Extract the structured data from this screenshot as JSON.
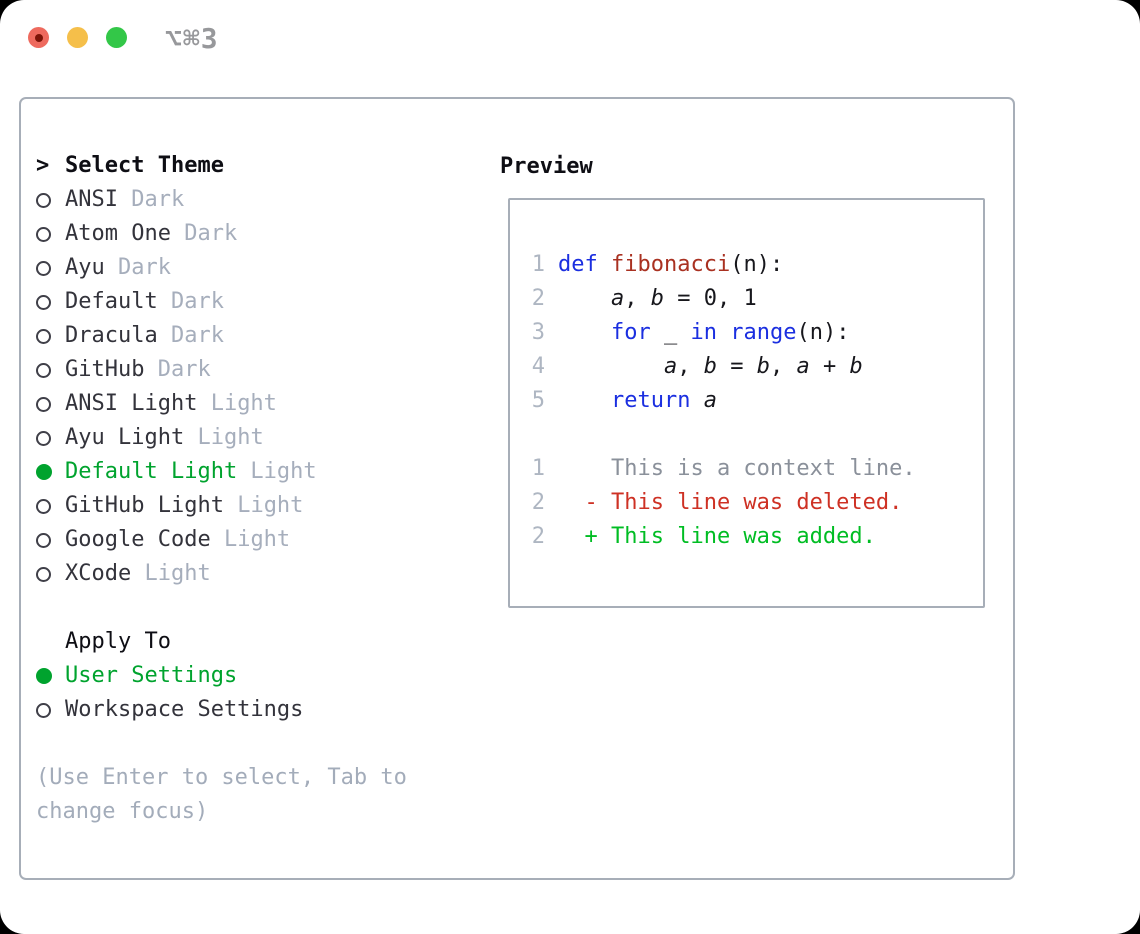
{
  "colors": {
    "accent-green": "#00a32e",
    "added-green": "#00bd23",
    "deleted-red": "#ce3124",
    "context-gray": "#8a909a",
    "keyword-blue": "#1b2fe0",
    "function-red": "#a93121",
    "muted-gray": "#a6aebc",
    "text-dark": "#33333b",
    "header-black": "#0e0e14",
    "border-gray": "#a7aeb8",
    "linenum-gray": "#aeb6c2",
    "hint-gray": "#a3acba",
    "traffic-red": "#ee6a5e",
    "traffic-red-dot": "#7c1408",
    "traffic-yellow": "#f5bf4a",
    "traffic-green": "#33c748",
    "titlebar-gray": "#97989b"
  },
  "titlebar": {
    "shortcut": "⌥⌘3"
  },
  "theme_list": {
    "header_marker": ">",
    "header": "Select Theme",
    "items": [
      {
        "name": "ANSI",
        "variant": "Dark",
        "selected": false
      },
      {
        "name": "Atom One",
        "variant": "Dark",
        "selected": false
      },
      {
        "name": "Ayu",
        "variant": "Dark",
        "selected": false
      },
      {
        "name": "Default",
        "variant": "Dark",
        "selected": false
      },
      {
        "name": "Dracula",
        "variant": "Dark",
        "selected": false
      },
      {
        "name": "GitHub",
        "variant": "Dark",
        "selected": false
      },
      {
        "name": "ANSI Light",
        "variant": "Light",
        "selected": false
      },
      {
        "name": "Ayu Light",
        "variant": "Light",
        "selected": false
      },
      {
        "name": "Default Light",
        "variant": "Light",
        "selected": true
      },
      {
        "name": "GitHub Light",
        "variant": "Light",
        "selected": false
      },
      {
        "name": "Google Code",
        "variant": "Light",
        "selected": false
      },
      {
        "name": "XCode",
        "variant": "Light",
        "selected": false
      }
    ]
  },
  "apply_to": {
    "header": "Apply To",
    "options": [
      {
        "label": "User Settings",
        "selected": true
      },
      {
        "label": "Workspace Settings",
        "selected": false
      }
    ]
  },
  "hint": "(Use Enter to select, Tab to\nchange focus)",
  "preview": {
    "label": "Preview",
    "lines": [
      {
        "num": "1",
        "segments": [
          [
            "def",
            "kw"
          ],
          [
            " ",
            "pl"
          ],
          [
            "fibonacci",
            "fn"
          ],
          [
            "(n):",
            "pl"
          ]
        ]
      },
      {
        "num": "2",
        "segments": [
          [
            "    ",
            "pl"
          ],
          [
            "a",
            "var"
          ],
          [
            ", ",
            "pl"
          ],
          [
            "b",
            "var"
          ],
          [
            " = 0, 1",
            "pl"
          ]
        ]
      },
      {
        "num": "3",
        "segments": [
          [
            "    ",
            "pl"
          ],
          [
            "for",
            "kw"
          ],
          [
            " _ ",
            "pl"
          ],
          [
            "in",
            "kw"
          ],
          [
            " ",
            "pl"
          ],
          [
            "range",
            "kw"
          ],
          [
            "(n):",
            "pl"
          ]
        ]
      },
      {
        "num": "4",
        "segments": [
          [
            "        ",
            "pl"
          ],
          [
            "a",
            "var"
          ],
          [
            ", ",
            "pl"
          ],
          [
            "b",
            "var"
          ],
          [
            " = ",
            "pl"
          ],
          [
            "b",
            "var"
          ],
          [
            ", ",
            "pl"
          ],
          [
            "a",
            "var"
          ],
          [
            " + ",
            "pl"
          ],
          [
            "b",
            "var"
          ]
        ]
      },
      {
        "num": "5",
        "segments": [
          [
            "    ",
            "pl"
          ],
          [
            "return",
            "kw"
          ],
          [
            " ",
            "pl"
          ],
          [
            "a",
            "var"
          ]
        ]
      },
      {
        "num": "",
        "segments": []
      },
      {
        "num": "1",
        "segments": [
          [
            "    This is a context line.",
            "ctx"
          ]
        ]
      },
      {
        "num": "2",
        "segments": [
          [
            "  - This line was deleted.",
            "del"
          ]
        ]
      },
      {
        "num": "2",
        "segments": [
          [
            "  + This line was added.",
            "add"
          ]
        ]
      }
    ]
  }
}
